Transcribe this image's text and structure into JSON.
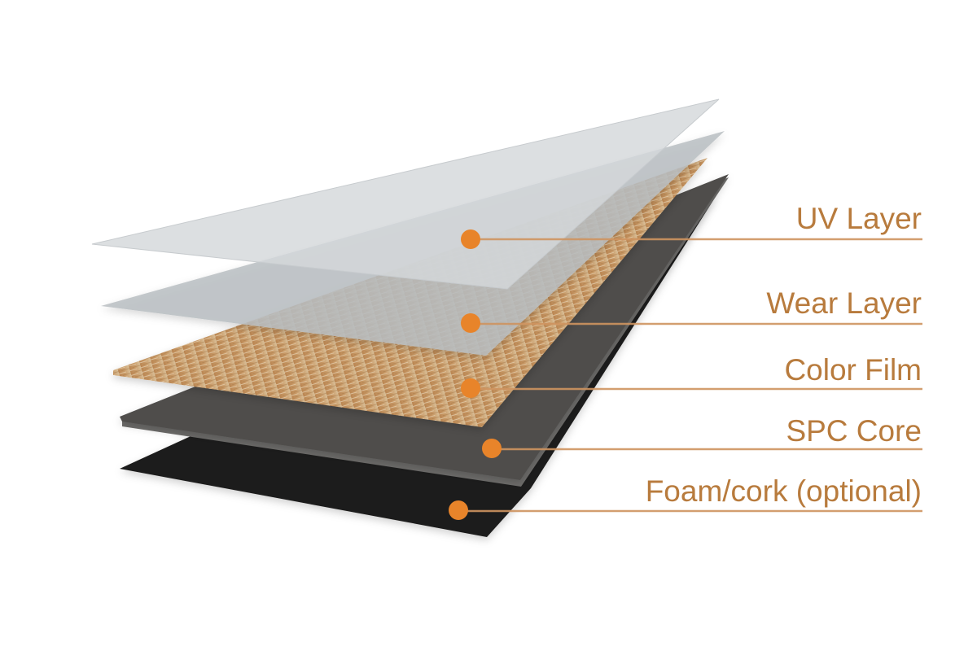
{
  "layers": [
    {
      "label": "UV Layer",
      "color": "#cfd3d6"
    },
    {
      "label": "Wear Layer",
      "color": "#b9bec2"
    },
    {
      "label": "Color Film",
      "color": "#c49a6a"
    },
    {
      "label": "SPC Core",
      "color": "#4f4e4c"
    },
    {
      "label": "Foam/cork (optional)",
      "color": "#1c1b1a"
    }
  ],
  "accent_color": "#e8842a",
  "label_color": "#b87b3d"
}
